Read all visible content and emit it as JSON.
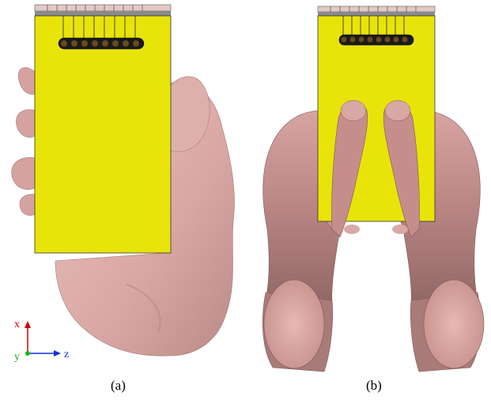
{
  "figure": {
    "panel_a": {
      "caption": "(a)"
    },
    "panel_b": {
      "caption": "(b)"
    },
    "axes": {
      "x_label": "x",
      "y_label": "y",
      "z_label": "z"
    },
    "colors": {
      "board": "#e8e40a",
      "skin": "#e2aeaa",
      "skin_shadow": "#9c6e6c",
      "axis_x": "#d00000",
      "axis_y": "#18b418",
      "axis_z": "#1030d8",
      "connector": "#e2c8c4"
    },
    "icons": [
      "hand-right-icon",
      "two-hands-icon",
      "coordinate-axes-icon"
    ]
  }
}
